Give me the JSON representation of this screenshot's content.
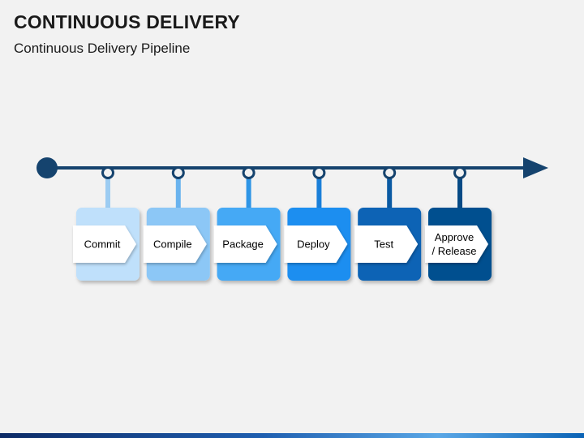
{
  "slide": {
    "title": "CONTINUOUS DELIVERY",
    "subtitle": "Continuous Delivery Pipeline"
  },
  "timeline": {
    "line_color": "#15436e"
  },
  "steps": [
    {
      "label": [
        "Commit"
      ],
      "box_color": "#bfe0fb",
      "connector_color": "#9cccf2"
    },
    {
      "label": [
        "Compile"
      ],
      "box_color": "#8cc7f6",
      "connector_color": "#6ab3ee"
    },
    {
      "label": [
        "Package"
      ],
      "box_color": "#45a9f5",
      "connector_color": "#2e95e6"
    },
    {
      "label": [
        "Deploy"
      ],
      "box_color": "#1f8ef0",
      "connector_color": "#1a7fd9"
    },
    {
      "label": [
        "Test"
      ],
      "box_color": "#0b63b5",
      "connector_color": "#0a5aa3"
    },
    {
      "label": [
        "Approve",
        "/ Release"
      ],
      "box_color": "#064f8f",
      "connector_color": "#064a85"
    }
  ]
}
